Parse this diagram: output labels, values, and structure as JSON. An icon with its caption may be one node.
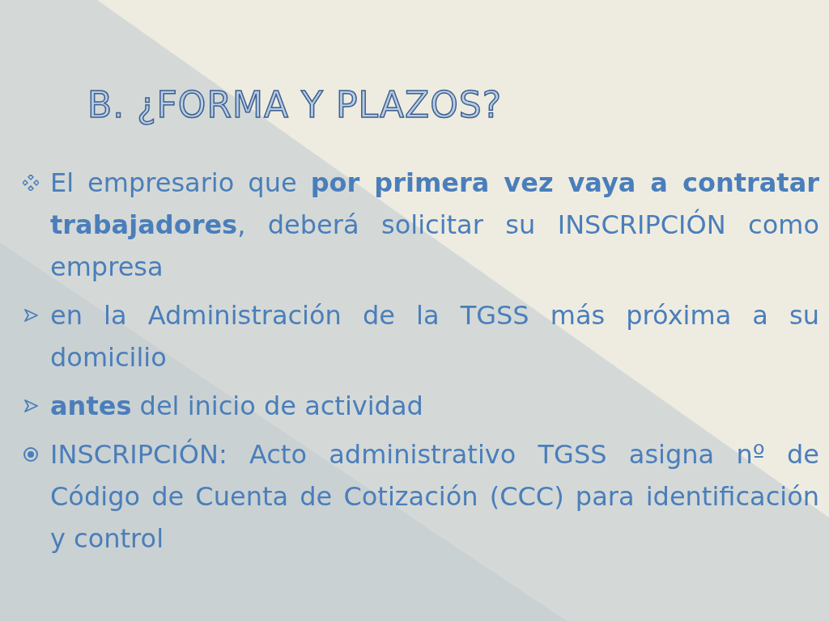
{
  "diagram": {
    "title": "B. ¿FORMA Y PLAZOS?",
    "labels": [
      "El empresario que **por primera vez vaya a contratar trabajadores**, deberá solicitar su INSCRIPCIÓN como empresa",
      "en la Administración de la TGSS más próxima a su domicilio",
      "**antes** del inicio de actividad",
      "INSCRIPCIÓN: Acto administrativo TGSS asigna nº de Código de Cuenta de Cotización (CCC) para identificación y control"
    ]
  }
}
